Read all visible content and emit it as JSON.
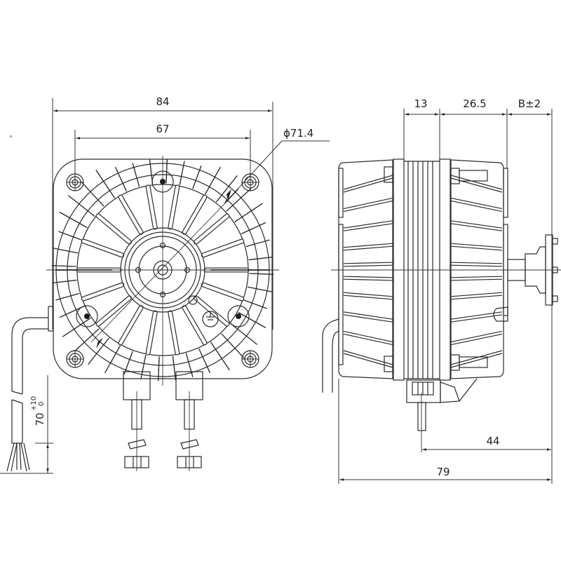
{
  "drawing": {
    "front_view": {
      "dimensions": {
        "overall_width": "84",
        "mounting_hole_spacing": "67",
        "bolt_circle_diameter": "ϕ71.4",
        "cable_length": "70",
        "cable_length_tol_upper": "+10",
        "cable_length_tol_lower": "0"
      }
    },
    "side_view": {
      "dimensions": {
        "stator_width": "13",
        "front_segment": "26.5",
        "shaft_extension": "B±2",
        "terminal_to_shaft_end": "44",
        "overall_length": "79"
      }
    },
    "symbols": {
      "earth_symbol": "⏚",
      "diameter_symbol": "ϕ"
    }
  }
}
